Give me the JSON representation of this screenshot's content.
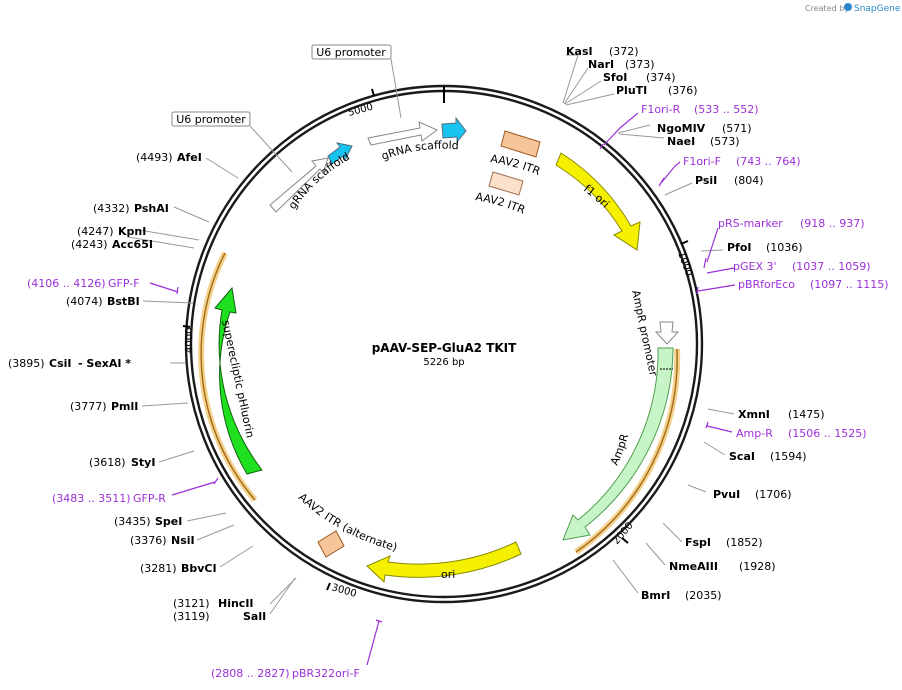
{
  "watermark": {
    "prefix": "Created by",
    "brand": "SnapGene"
  },
  "plasmid": {
    "name": "pAAV-SEP-GluA2 TKIT",
    "length_label": "5226 bp"
  },
  "ticks": [
    "1000",
    "2000",
    "3000",
    "4000",
    "5000"
  ],
  "sites": {
    "KasI": {
      "name": "KasI",
      "pos": "(372)"
    },
    "NarI": {
      "name": "NarI",
      "pos": "(373)"
    },
    "SfoI": {
      "name": "SfoI",
      "pos": "(374)"
    },
    "PluTI": {
      "name": "PluTI",
      "pos": "(376)"
    },
    "NgoMIV": {
      "name": "NgoMIV",
      "pos": "(571)"
    },
    "NaeI": {
      "name": "NaeI",
      "pos": "(573)"
    },
    "PsiI": {
      "name": "PsiI",
      "pos": "(804)"
    },
    "PfoI": {
      "name": "PfoI",
      "pos": "(1036)"
    },
    "XmnI": {
      "name": "XmnI",
      "pos": "(1475)"
    },
    "ScaI": {
      "name": "ScaI",
      "pos": "(1594)"
    },
    "PvuI": {
      "name": "PvuI",
      "pos": "(1706)"
    },
    "FspI": {
      "name": "FspI",
      "pos": "(1852)"
    },
    "NmeAIII": {
      "name": "NmeAIII",
      "pos": "(1928)"
    },
    "BmrI": {
      "name": "BmrI",
      "pos": "(2035)"
    },
    "SalI": {
      "name": "SalI",
      "pos": "(3119)"
    },
    "HincII": {
      "name": "HincII",
      "pos": "(3121)"
    },
    "BbvCI": {
      "name": "BbvCI",
      "pos": "(3281)"
    },
    "NsiI": {
      "name": "NsiI",
      "pos": "(3376)"
    },
    "SpeI": {
      "name": "SpeI",
      "pos": "(3435)"
    },
    "StyI": {
      "name": "StyI",
      "pos": "(3618)"
    },
    "PmlI": {
      "name": "PmlI",
      "pos": "(3777)"
    },
    "CsiI": {
      "name": "CsiI",
      "pos": "(3895)"
    },
    "SexAI": {
      "name": "- SexAI *"
    },
    "BstBI": {
      "name": "BstBI",
      "pos": "(4074)"
    },
    "Acc65I": {
      "name": "Acc65I",
      "pos": "(4243)"
    },
    "KpnI": {
      "name": "KpnI",
      "pos": "(4247)"
    },
    "PshAI": {
      "name": "PshAI",
      "pos": "(4332)"
    },
    "AfeI": {
      "name": "AfeI",
      "pos": "(4493)"
    }
  },
  "primers": {
    "F1oriR": {
      "name": "F1ori-R",
      "range": "(533 .. 552)"
    },
    "F1oriF": {
      "name": "F1ori-F",
      "range": "(743 .. 764)"
    },
    "pRSmarker": {
      "name": "pRS-marker",
      "range": "(918 .. 937)"
    },
    "pGEX3": {
      "name": "pGEX 3'",
      "range": "(1037 .. 1059)"
    },
    "pBRforEco": {
      "name": "pBRforEco",
      "range": "(1097 .. 1115)"
    },
    "AmpR": {
      "name": "Amp-R",
      "range": "(1506 .. 1525)"
    },
    "GFPR": {
      "name": "GFP-R",
      "range": "(3483 .. 3511)"
    },
    "pBR322oriF": {
      "name": "pBR322ori-F",
      "range": "(2808 .. 2827)"
    },
    "GFPF": {
      "name": "GFP-F",
      "range": "(4106 .. 4126)"
    }
  },
  "features": {
    "u6_promoter_1": "U6 promoter",
    "u6_promoter_2": "U6 promoter",
    "grna_scaffold_1": "gRNA scaffold",
    "grna_scaffold_2": "gRNA scaffold",
    "aav2_itr_1": "AAV2 ITR",
    "aav2_itr_2": "AAV2 ITR",
    "f1_ori": "f1 ori",
    "ampr_promoter": "AmpR promoter",
    "ampr": "AmpR",
    "ori": "ori",
    "aav2_itr_alt": "AAV2 ITR (alternate)",
    "sep": "superecliptic pHluorin"
  },
  "colors": {
    "backbone": "#1a1a1a",
    "primer": "#9b30d9",
    "f1_ori": "#f5f000",
    "ori": "#f5f000",
    "ampr": "#c8f5c8",
    "sep": "#1fe01f",
    "itr": "#f7c59a",
    "grna": "#18c3f0",
    "primer_bar": "#e8a33c"
  }
}
